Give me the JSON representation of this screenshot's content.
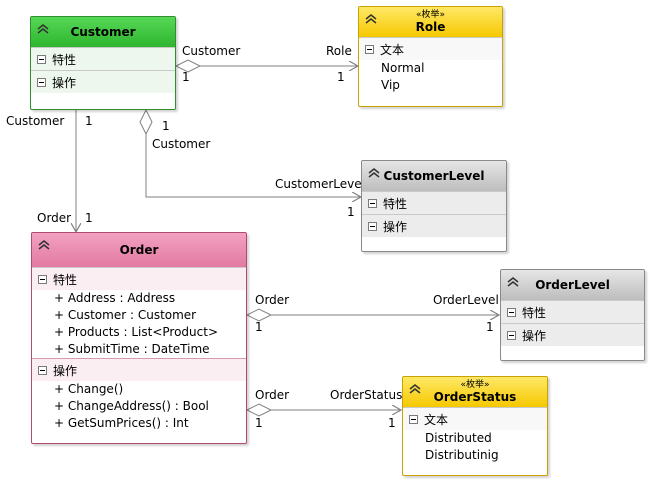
{
  "classes": {
    "customer": {
      "name": "Customer",
      "sections": [
        {
          "title": "特性"
        },
        {
          "title": "操作"
        }
      ]
    },
    "role": {
      "stereotype": "«枚举»",
      "name": "Role",
      "sections": [
        {
          "title": "文本",
          "items": [
            "Normal",
            "Vip"
          ]
        }
      ]
    },
    "customer_level": {
      "name": "CustomerLevel",
      "sections": [
        {
          "title": "特性"
        },
        {
          "title": "操作"
        }
      ]
    },
    "order": {
      "name": "Order",
      "sections": [
        {
          "title": "特性",
          "items": [
            "+ Address : Address",
            "+ Customer : Customer",
            "+ Products : List<Product>",
            "+ SubmitTime : DateTime"
          ]
        },
        {
          "title": "操作",
          "items": [
            "+ Change()",
            "+ ChangeAddress() : Bool",
            "+ GetSumPrices() : Int"
          ]
        }
      ]
    },
    "order_level": {
      "name": "OrderLevel",
      "sections": [
        {
          "title": "特性"
        },
        {
          "title": "操作"
        }
      ]
    },
    "order_status": {
      "stereotype": "«枚举»",
      "name": "OrderStatus",
      "sections": [
        {
          "title": "文本",
          "items": [
            "Distributed",
            "Distributinig"
          ]
        }
      ]
    }
  },
  "associations": {
    "customer_role": {
      "source_role": "Customer",
      "source_mult": "1",
      "target_role": "Role",
      "target_mult": "1"
    },
    "customer_order": {
      "source_role": "Customer",
      "source_mult": "1",
      "target_role": "Order",
      "target_mult": "1"
    },
    "customer_level": {
      "source_role": "Customer",
      "source_mult": "1",
      "target_role": "CustomerLevel",
      "target_mult": "1"
    },
    "order_level": {
      "source_role": "Order",
      "source_mult": "1",
      "target_role": "OrderLevel",
      "target_mult": "1"
    },
    "order_status": {
      "source_role": "Order",
      "source_mult": "1",
      "target_role": "OrderStatus",
      "target_mult": "1"
    }
  },
  "colors": {
    "connector": "#808080",
    "customer": "#3cc43c",
    "enum": "#f9d21f",
    "level": "#c8c8c8",
    "order": "#e27aa2"
  }
}
